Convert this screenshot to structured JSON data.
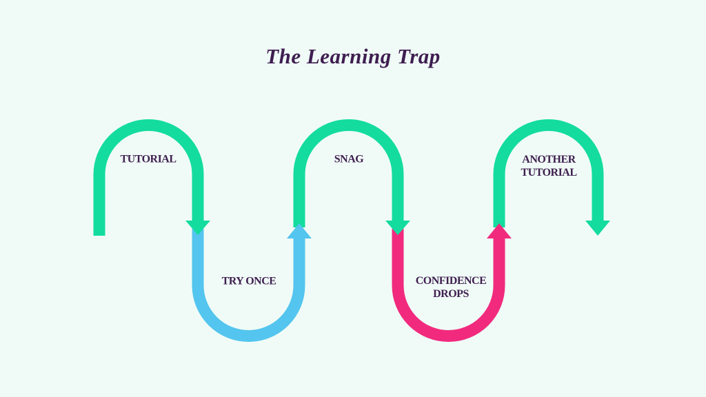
{
  "title": {
    "text": "The Learning Trap"
  },
  "colors": {
    "background": "#f0fbf7",
    "green": "#13dc9e",
    "blue": "#54c5ee",
    "pink": "#f12a7e",
    "title_text": "#3e1e50",
    "label_text": "#3f2050"
  },
  "steps": [
    {
      "id": "tutorial",
      "label": "TUTORIAL",
      "color": "#13dc9e",
      "shape": "arch-top",
      "arrow": "down"
    },
    {
      "id": "try-once",
      "label": "TRY ONCE",
      "color": "#54c5ee",
      "shape": "u-bottom",
      "arrow": "up"
    },
    {
      "id": "snag",
      "label": "SNAG",
      "color": "#13dc9e",
      "shape": "arch-top",
      "arrow": "down"
    },
    {
      "id": "confidence-drops",
      "label": "CONFIDENCE\nDROPS",
      "color": "#f12a7e",
      "shape": "u-bottom",
      "arrow": "up"
    },
    {
      "id": "another-tutorial",
      "label": "ANOTHER\nTUTORIAL",
      "color": "#13dc9e",
      "shape": "arch-top",
      "arrow": "down"
    }
  ]
}
